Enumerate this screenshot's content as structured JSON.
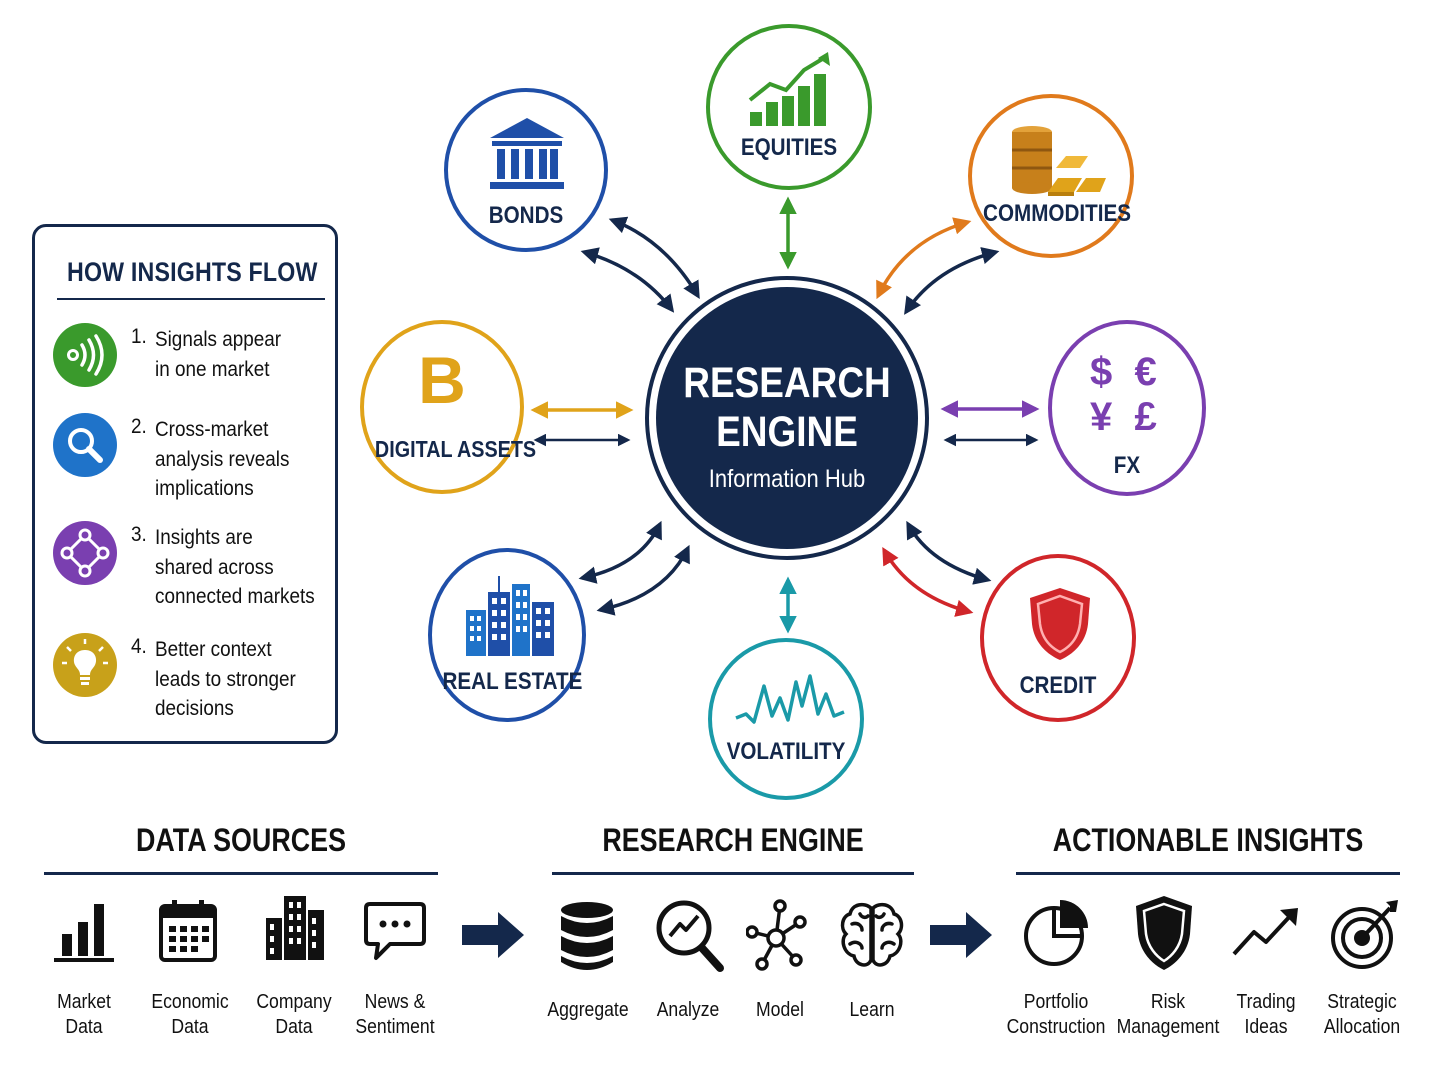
{
  "panel": {
    "title": "HOW INSIGHTS FLOW",
    "steps": [
      {
        "num": "1.",
        "text": "Signals appear\nin one market",
        "icon": "signal-icon",
        "color": "#3a9a2c"
      },
      {
        "num": "2.",
        "text": "Cross-market\nanalysis reveals\nimplications",
        "icon": "magnifier-icon",
        "color": "#1f73c9"
      },
      {
        "num": "3.",
        "text": "Insights are\nshared across\nconnected markets",
        "icon": "network-icon",
        "color": "#7a3fb0"
      },
      {
        "num": "4.",
        "text": "Better context\nleads to stronger\ndecisions",
        "icon": "lightbulb-icon",
        "color": "#c8a11a"
      }
    ]
  },
  "hub": {
    "title": "RESEARCH\nENGINE",
    "subtitle": "Information Hub",
    "color": "#14284b"
  },
  "markets": [
    {
      "key": "bonds",
      "label": "BONDS",
      "icon": "bank-building-icon",
      "color": "#1f4fa8"
    },
    {
      "key": "equities",
      "label": "EQUITIES",
      "icon": "rising-bars-icon",
      "color": "#3a9a2c"
    },
    {
      "key": "commodities",
      "label": "COMMODITIES",
      "icon": "barrels-gold-icon",
      "color": "#e07a1c"
    },
    {
      "key": "fx",
      "label": "FX",
      "symbols": [
        "$",
        "€",
        "¥",
        "£"
      ],
      "icon": "currency-icon",
      "color": "#7a3fb0"
    },
    {
      "key": "credit",
      "label": "CREDIT",
      "icon": "shield-icon",
      "color": "#d0262a"
    },
    {
      "key": "volatility",
      "label": "VOLATILITY",
      "icon": "waveform-icon",
      "color": "#1a9aa8"
    },
    {
      "key": "real_estate",
      "label": "REAL ESTATE",
      "icon": "city-buildings-icon",
      "color": "#1f4fa8"
    },
    {
      "key": "digital_assets",
      "label": "DIGITAL ASSETS",
      "symbol": "B",
      "icon": "bitcoin-icon",
      "color": "#e0a31a"
    }
  ],
  "pipeline": [
    {
      "title": "DATA SOURCES",
      "items": [
        {
          "label": "Market Data",
          "icon": "bar-chart-icon"
        },
        {
          "label": "Economic\nData",
          "icon": "calendar-icon"
        },
        {
          "label": "Company\nData",
          "icon": "office-building-icon"
        },
        {
          "label": "News &\nSentiment",
          "icon": "chat-bubble-icon"
        }
      ]
    },
    {
      "title": "RESEARCH ENGINE",
      "items": [
        {
          "label": "Aggregate",
          "icon": "database-icon"
        },
        {
          "label": "Analyze",
          "icon": "analyze-magnifier-icon"
        },
        {
          "label": "Model",
          "icon": "node-graph-icon"
        },
        {
          "label": "Learn",
          "icon": "brain-icon"
        }
      ]
    },
    {
      "title": "ACTIONABLE INSIGHTS",
      "items": [
        {
          "label": "Portfolio\nConstruction",
          "icon": "pie-chart-icon"
        },
        {
          "label": "Risk\nManagement",
          "icon": "risk-shield-icon"
        },
        {
          "label": "Trading\nIdeas",
          "icon": "trend-arrow-icon"
        },
        {
          "label": "Strategic\nAllocation",
          "icon": "target-icon"
        }
      ]
    }
  ]
}
